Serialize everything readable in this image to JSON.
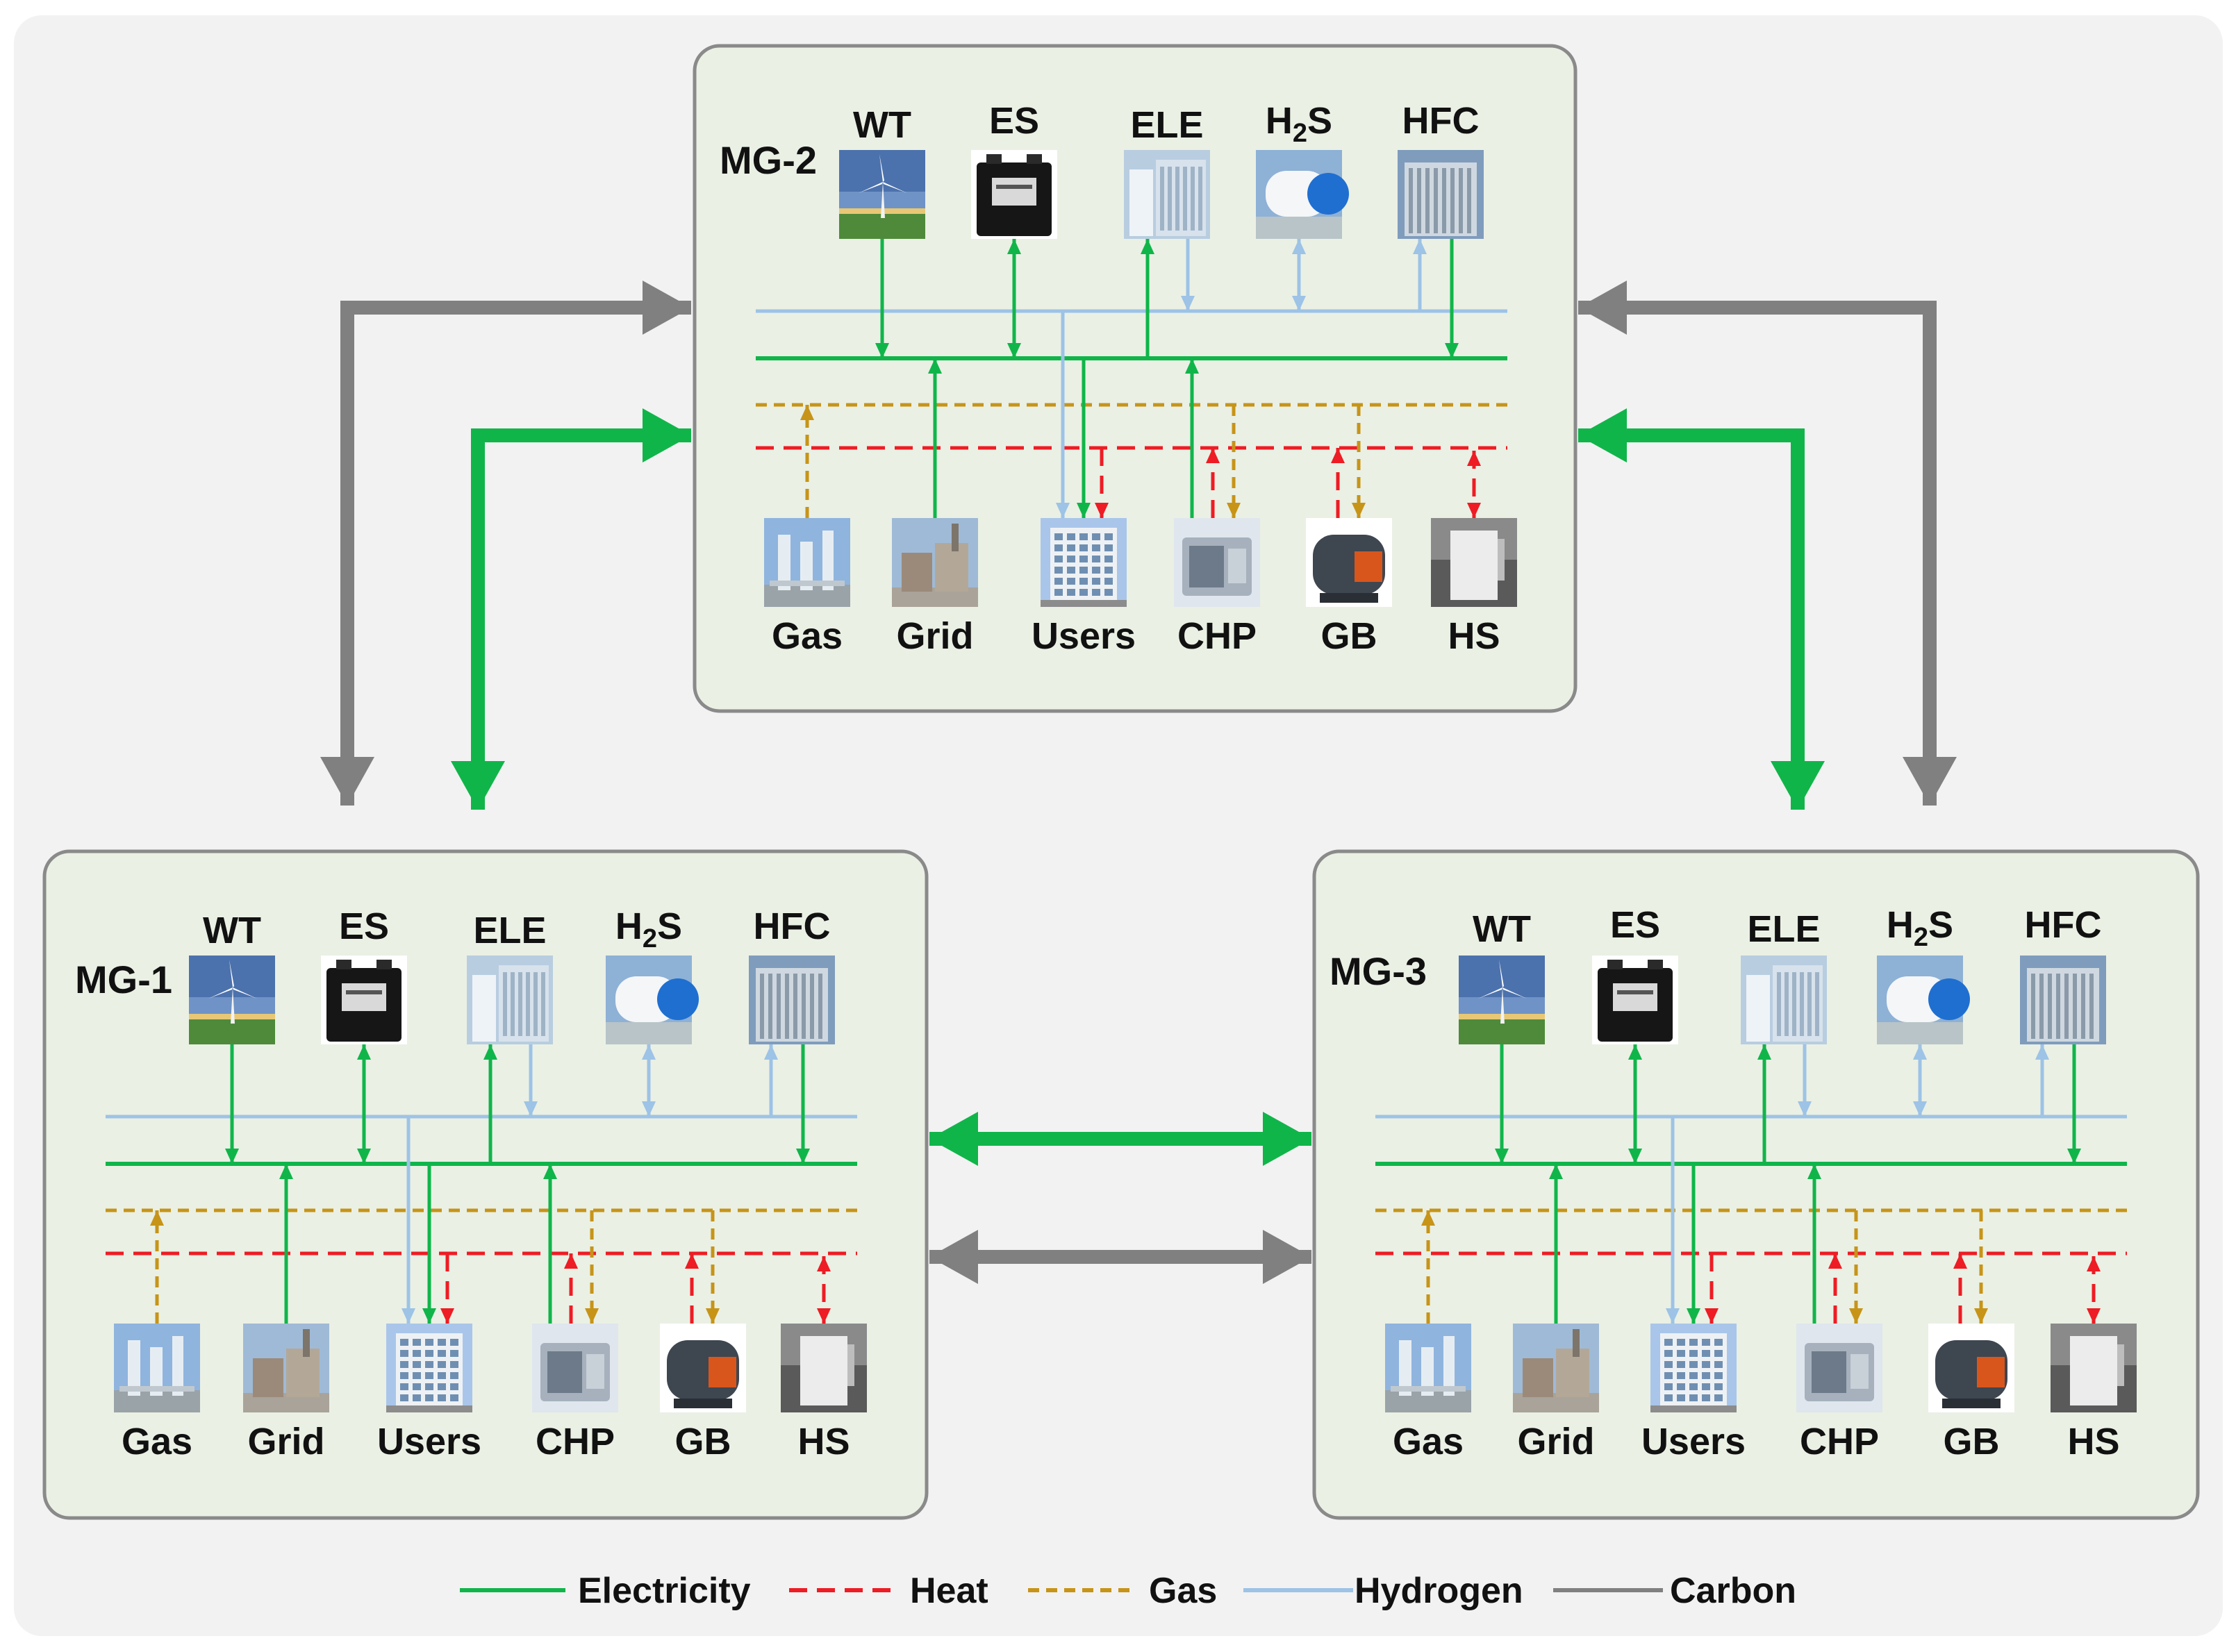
{
  "colors": {
    "electricity": "#10b54a",
    "heat": "#ee1c24",
    "gas": "#c79418",
    "hydrogen": "#9dc3e6",
    "carbon": "#808080",
    "panel_fill": "#eaf0e4",
    "panel_stroke": "#8a8a8a",
    "background": "#f2f2f2"
  },
  "microgrids": [
    {
      "id": "mg2",
      "label": "MG-2",
      "top_devices": [
        {
          "id": "wt",
          "label": "WT",
          "icon": "wind-turbine-icon"
        },
        {
          "id": "es",
          "label": "ES",
          "icon": "battery-icon"
        },
        {
          "id": "ele",
          "label": "ELE",
          "icon": "electrolyzer-icon"
        },
        {
          "id": "h2s",
          "label": "H",
          "sub": "2",
          "suffix": "S",
          "icon": "hydrogen-tank-icon"
        },
        {
          "id": "hfc",
          "label": "HFC",
          "icon": "fuel-cell-icon"
        }
      ],
      "bottom_devices": [
        {
          "id": "gas",
          "label": "Gas",
          "icon": "gas-plant-icon"
        },
        {
          "id": "grid",
          "label": "Grid",
          "icon": "power-plant-icon"
        },
        {
          "id": "users",
          "label": "Users",
          "icon": "building-icon"
        },
        {
          "id": "chp",
          "label": "CHP",
          "icon": "chp-unit-icon"
        },
        {
          "id": "gb",
          "label": "GB",
          "icon": "gas-boiler-icon"
        },
        {
          "id": "hs",
          "label": "HS",
          "icon": "heat-storage-icon"
        }
      ]
    },
    {
      "id": "mg1",
      "label": "MG-1",
      "top_devices": [
        {
          "id": "wt",
          "label": "WT",
          "icon": "wind-turbine-icon"
        },
        {
          "id": "es",
          "label": "ES",
          "icon": "battery-icon"
        },
        {
          "id": "ele",
          "label": "ELE",
          "icon": "electrolyzer-icon"
        },
        {
          "id": "h2s",
          "label": "H",
          "sub": "2",
          "suffix": "S",
          "icon": "hydrogen-tank-icon"
        },
        {
          "id": "hfc",
          "label": "HFC",
          "icon": "fuel-cell-icon"
        }
      ],
      "bottom_devices": [
        {
          "id": "gas",
          "label": "Gas",
          "icon": "gas-plant-icon"
        },
        {
          "id": "grid",
          "label": "Grid",
          "icon": "power-plant-icon"
        },
        {
          "id": "users",
          "label": "Users",
          "icon": "building-icon"
        },
        {
          "id": "chp",
          "label": "CHP",
          "icon": "chp-unit-icon"
        },
        {
          "id": "gb",
          "label": "GB",
          "icon": "gas-boiler-icon"
        },
        {
          "id": "hs",
          "label": "HS",
          "icon": "heat-storage-icon"
        }
      ]
    },
    {
      "id": "mg3",
      "label": "MG-3",
      "top_devices": [
        {
          "id": "wt",
          "label": "WT",
          "icon": "wind-turbine-icon"
        },
        {
          "id": "es",
          "label": "ES",
          "icon": "battery-icon"
        },
        {
          "id": "ele",
          "label": "ELE",
          "icon": "electrolyzer-icon"
        },
        {
          "id": "h2s",
          "label": "H",
          "sub": "2",
          "suffix": "S",
          "icon": "hydrogen-tank-icon"
        },
        {
          "id": "hfc",
          "label": "HFC",
          "icon": "fuel-cell-icon"
        }
      ],
      "bottom_devices": [
        {
          "id": "gas",
          "label": "Gas",
          "icon": "gas-plant-icon"
        },
        {
          "id": "grid",
          "label": "Grid",
          "icon": "power-plant-icon"
        },
        {
          "id": "users",
          "label": "Users",
          "icon": "building-icon"
        },
        {
          "id": "chp",
          "label": "CHP",
          "icon": "chp-unit-icon"
        },
        {
          "id": "gb",
          "label": "GB",
          "icon": "gas-boiler-icon"
        },
        {
          "id": "hs",
          "label": "HS",
          "icon": "heat-storage-icon"
        }
      ]
    }
  ],
  "legend": [
    {
      "key": "electricity",
      "label": "Electricity",
      "style": "solid"
    },
    {
      "key": "heat",
      "label": "Heat",
      "style": "dashed"
    },
    {
      "key": "gas",
      "label": "Gas",
      "style": "dashed"
    },
    {
      "key": "hydrogen",
      "label": "Hydrogen",
      "style": "solid"
    },
    {
      "key": "carbon",
      "label": "Carbon",
      "style": "solid"
    }
  ]
}
